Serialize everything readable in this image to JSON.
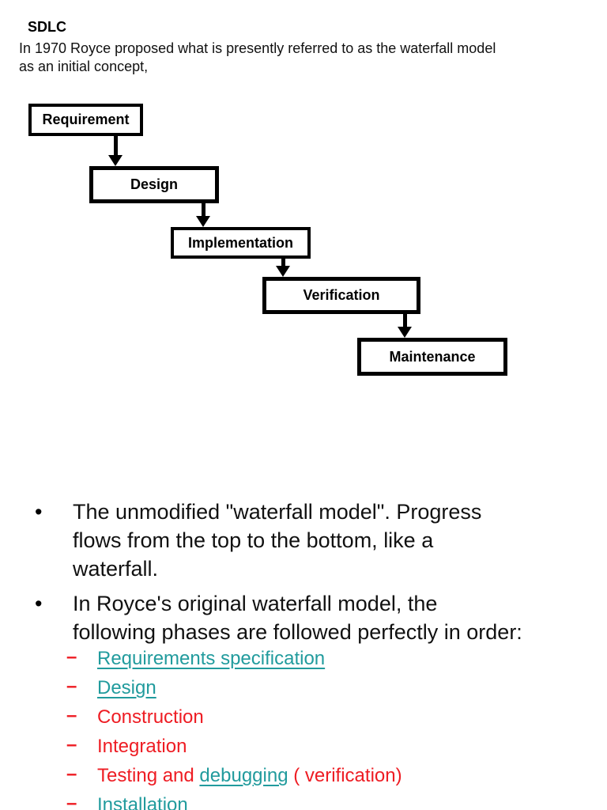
{
  "header": {
    "title": "SDLC",
    "intro_lines": [
      "In 1970 Royce proposed what is presently referred to as the waterfall model",
      "as an initial concept,"
    ]
  },
  "diagram": {
    "boxes": [
      {
        "label": "Requirement"
      },
      {
        "label": "Design"
      },
      {
        "label": "Implementation"
      },
      {
        "label": "Verification"
      },
      {
        "label": "Maintenance"
      }
    ]
  },
  "markers": {
    "bullet": "•",
    "dash": "–"
  },
  "bullets": [
    {
      "lines": [
        "The unmodified \"waterfall model\". Progress",
        "flows from the top to the bottom, like a",
        "waterfall."
      ]
    },
    {
      "lines": [
        "In Royce's original waterfall model, the",
        "following phases are followed perfectly in order:"
      ]
    }
  ],
  "phases": [
    {
      "segments": [
        {
          "text": "Requirements specification",
          "style": "link"
        }
      ]
    },
    {
      "segments": [
        {
          "text": "Design",
          "style": "link"
        }
      ]
    },
    {
      "segments": [
        {
          "text": "Construction",
          "style": "red"
        }
      ]
    },
    {
      "segments": [
        {
          "text": "Integration",
          "style": "red"
        }
      ]
    },
    {
      "segments": [
        {
          "text": "Testing and ",
          "style": "red"
        },
        {
          "text": "debugging",
          "style": "link"
        },
        {
          "text": " ( verification)",
          "style": "red"
        }
      ]
    },
    {
      "segments": [
        {
          "text": "Installation",
          "style": "teal"
        }
      ]
    }
  ],
  "colors": {
    "link_teal": "#219b9d",
    "phase_red": "#ee1c23",
    "text_black": "#000000",
    "background": "#ffffff"
  }
}
